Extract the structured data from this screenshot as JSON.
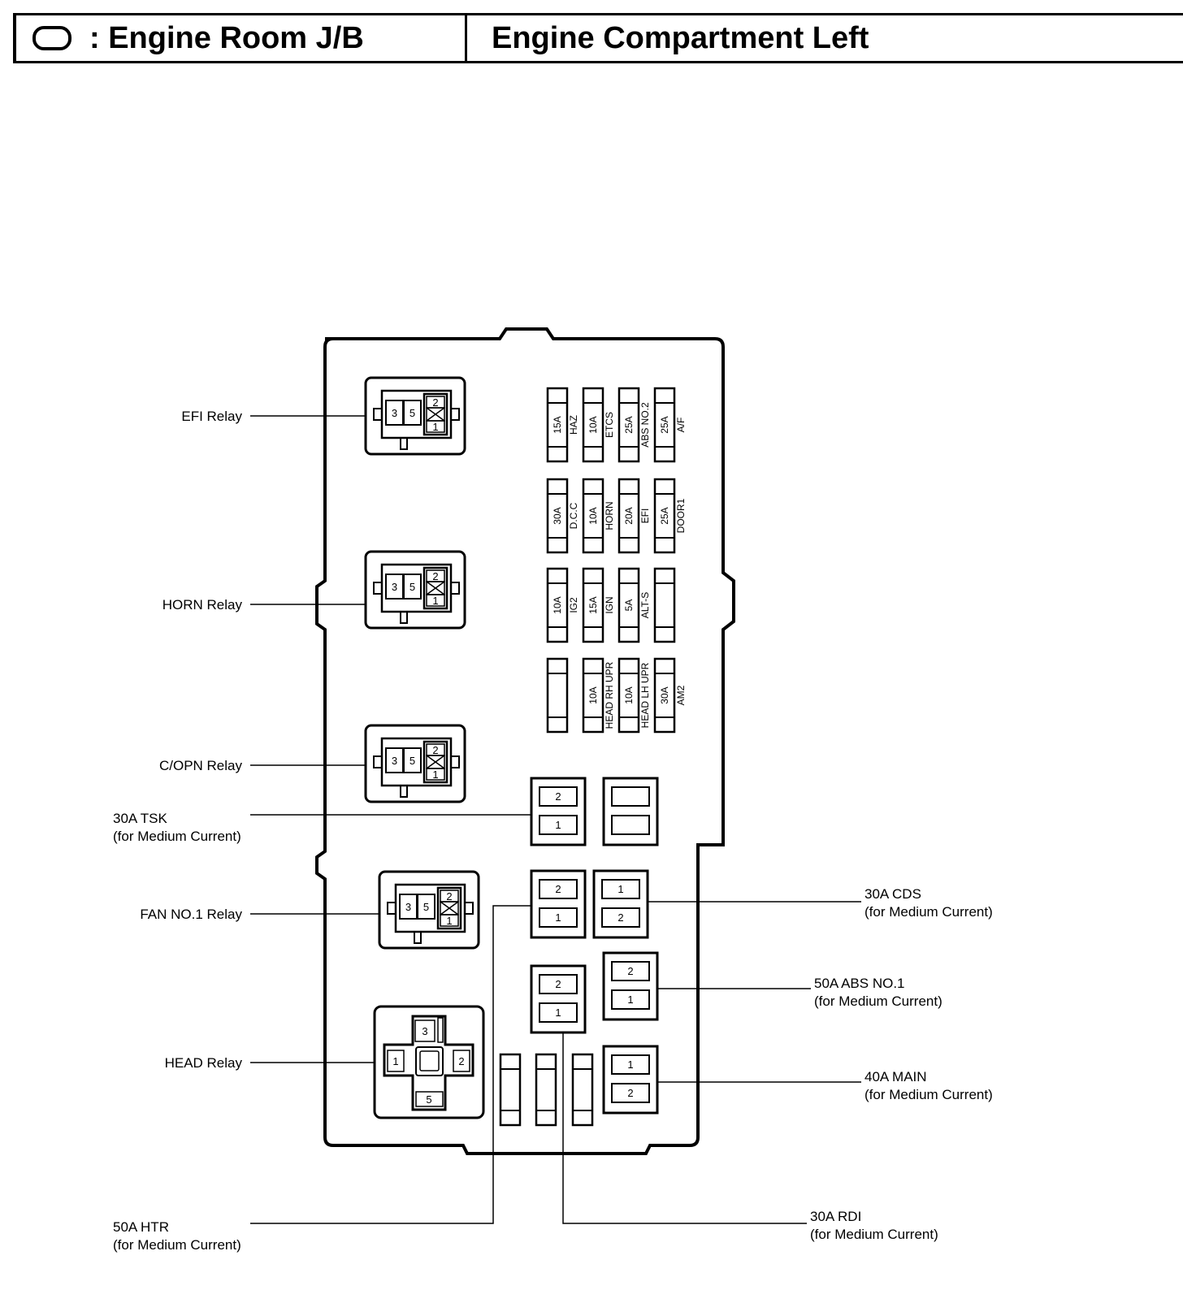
{
  "header": {
    "left_title": ": Engine Room J/B",
    "right_title": "Engine Compartment Left",
    "legend_icon": "oval-connector-icon"
  },
  "relays": [
    {
      "label": "EFI Relay",
      "pins": [
        "3",
        "5",
        "2",
        "1"
      ]
    },
    {
      "label": "HORN Relay",
      "pins": [
        "3",
        "5",
        "2",
        "1"
      ]
    },
    {
      "label": "C/OPN Relay",
      "pins": [
        "3",
        "5",
        "2",
        "1"
      ]
    },
    {
      "label": "FAN NO.1 Relay",
      "pins": [
        "3",
        "5",
        "2",
        "1"
      ]
    },
    {
      "label": "HEAD Relay",
      "pins": [
        "3",
        "1",
        "2",
        "5"
      ]
    }
  ],
  "fuse_rows": [
    [
      {
        "amp": "15A",
        "name": "HAZ"
      },
      {
        "amp": "10A",
        "name": "ETCS"
      },
      {
        "amp": "25A",
        "name": "ABS NO.2"
      },
      {
        "amp": "25A",
        "name": "A/F"
      }
    ],
    [
      {
        "amp": "30A",
        "name": "D.C.C"
      },
      {
        "amp": "10A",
        "name": "HORN"
      },
      {
        "amp": "20A",
        "name": "EFI"
      },
      {
        "amp": "25A",
        "name": "DOOR1"
      }
    ],
    [
      {
        "amp": "10A",
        "name": "IG2"
      },
      {
        "amp": "15A",
        "name": "IGN"
      },
      {
        "amp": "5A",
        "name": "ALT-S"
      },
      {
        "amp": "",
        "name": ""
      }
    ],
    [
      {
        "amp": "",
        "name": ""
      },
      {
        "amp": "10A",
        "name": "HEAD RH UPR"
      },
      {
        "amp": "10A",
        "name": "HEAD LH UPR"
      },
      {
        "amp": "30A",
        "name": "AM2"
      }
    ]
  ],
  "medium_fuses": [
    {
      "amp_name": "30A TSK",
      "note": "(for Medium Current)",
      "terminals": [
        "2",
        "1"
      ]
    },
    {
      "amp_name": "30A CDS",
      "note": "(for Medium Current)",
      "terminals": [
        "1",
        "2"
      ]
    },
    {
      "amp_name": "50A HTR",
      "note": "(for Medium Current)",
      "terminals": [
        "2",
        "1"
      ]
    },
    {
      "amp_name": "50A ABS NO.1",
      "note": "(for Medium Current)",
      "terminals": [
        "2",
        "1"
      ]
    },
    {
      "amp_name": "30A RDI",
      "note": "(for Medium Current)",
      "terminals": [
        "2",
        "1"
      ]
    },
    {
      "amp_name": "40A MAIN",
      "note": "(for Medium Current)",
      "terminals": [
        "1",
        "2"
      ]
    }
  ]
}
